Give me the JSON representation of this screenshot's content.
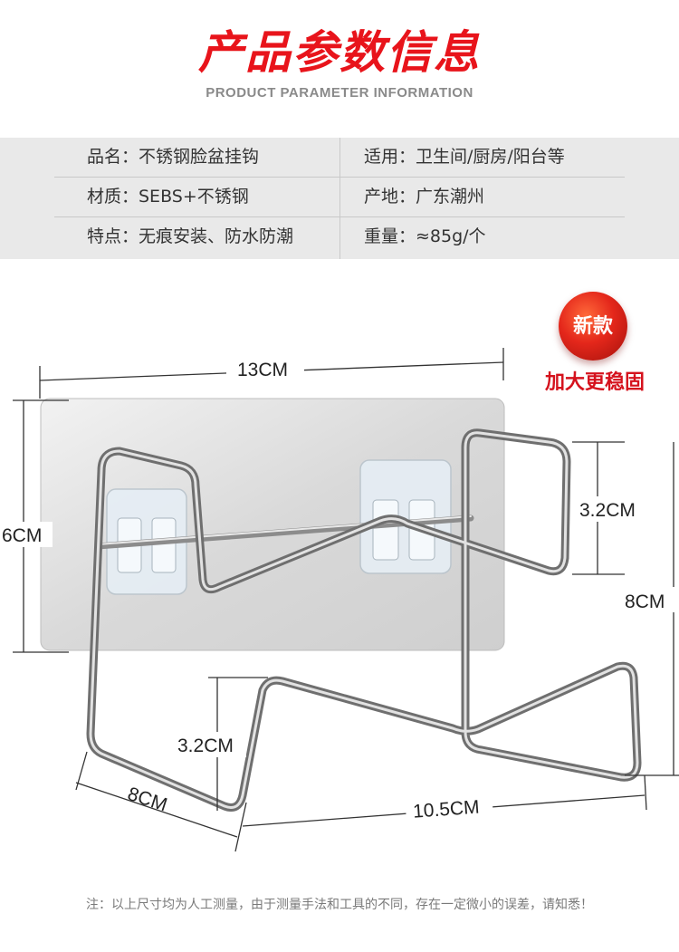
{
  "header": {
    "title": "产品参数信息",
    "subtitle": "PRODUCT PARAMETER INFORMATION"
  },
  "specs": {
    "rows": [
      {
        "left": "品名：不锈钢脸盆挂钩",
        "right": "适用：卫生间/厨房/阳台等"
      },
      {
        "left": "材质：SEBS+不锈钢",
        "right": "产地：广东潮州"
      },
      {
        "left": "特点：无痕安装、防水防潮",
        "right": "重量：≈85g/个"
      }
    ]
  },
  "badge": {
    "label": "新款",
    "caption": "加大更稳固",
    "color": "#e4271b"
  },
  "dimensions": {
    "width_top": "13CM",
    "height_left": "6CM",
    "hook_upper": "3.2CM",
    "depth_right": "8CM",
    "hook_lower": "3.2CM",
    "depth_bottom": "8CM",
    "width_bottom": "10.5CM"
  },
  "note": "注：以上尺寸均为人工测量，由于测量手法和工具的不同，存在一定微小的误差，请知悉！",
  "colors": {
    "title_red": "#e8141b",
    "table_bg": "#e9e9e9"
  }
}
